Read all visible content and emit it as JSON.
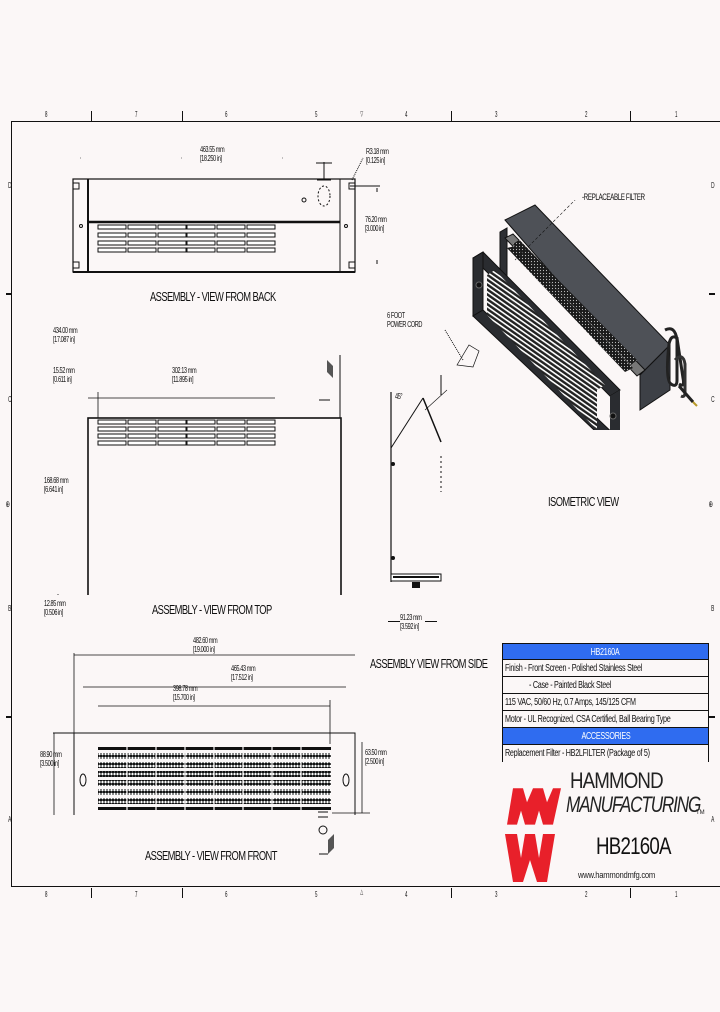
{
  "sheet": {
    "column_labels": [
      "8",
      "7",
      "6",
      "5",
      "4",
      "3",
      "2",
      "1"
    ],
    "row_labels": [
      "D",
      "C",
      "B",
      "A"
    ]
  },
  "views": {
    "back": {
      "caption": "ASSEMBLY - VIEW FROM BACK",
      "dim_width_mm": "463.55 mm",
      "dim_width_in": "[18.250 in]",
      "dim_radius_mm": "R3.18 mm",
      "dim_radius_in": "[0.125 in]",
      "dim_height_mm": "76.20 mm",
      "dim_height_in": "[3.000 in]"
    },
    "top": {
      "caption": "ASSEMBLY - VIEW FROM TOP",
      "dim_depth_mm": "434.00 mm",
      "dim_depth_in": "[17.087 in]",
      "dim_offset_mm": "15.52 mm",
      "dim_offset_in": "[0.611 in]",
      "dim_vent_mm": "302.13 mm",
      "dim_vent_in": "[11.895 in]",
      "dim_body_mm": "168.68 mm",
      "dim_body_in": "[6.641 in]",
      "dim_flange_mm": "12.85 mm",
      "dim_flange_in": "[0.506 in]"
    },
    "side": {
      "caption": "ASSEMBLY VIEW FROM SIDE",
      "cord_label_1": "6 FOOT",
      "cord_label_2": "POWER CORD",
      "angle": "45°",
      "dim_depth_mm": "91.23 mm",
      "dim_depth_in": "[3.592 in]"
    },
    "isometric": {
      "caption": "ISOMETRIC VIEW",
      "filter_callout": "REPLACEABLE FILTER"
    },
    "front": {
      "caption": "ASSEMBLY - VIEW FROM FRONT",
      "dim_overall_mm": "482.60 mm",
      "dim_overall_in": "[19.000 in]",
      "dim_holes_mm": "465.43 mm",
      "dim_holes_in": "[17.512 in]",
      "dim_grille_mm": "398.78 mm",
      "dim_grille_in": "[15.700 in]",
      "dim_height_mm": "88.90 mm",
      "dim_height_in": "[3.500 in]",
      "dim_grille_h_mm": "63.50 mm",
      "dim_grille_h_in": "[2.500 in]"
    }
  },
  "spec_table": {
    "title": "HB2160A",
    "rows": [
      "Finish - Front Screen - Polished Stainless Steel",
      "- Case - Painted Black Steel",
      "115 VAC, 50/60 Hz, 0.7 Amps, 145/125 CFM",
      "Motor - UL Recognized, CSA Certified, Ball Bearing Type"
    ],
    "accessories_header": "ACCESSORIES",
    "accessories": [
      "Replacement Filter - HB2LFILTER (Package of 5)"
    ],
    "header_color": "#2f6cf0"
  },
  "branding": {
    "company_line1": "HAMMOND",
    "company_line2": "MANUFACTURING",
    "trademark": "TM",
    "model": "HB2160A",
    "website": "www.hammondmfg.com",
    "logo_color": "#e8202a"
  }
}
